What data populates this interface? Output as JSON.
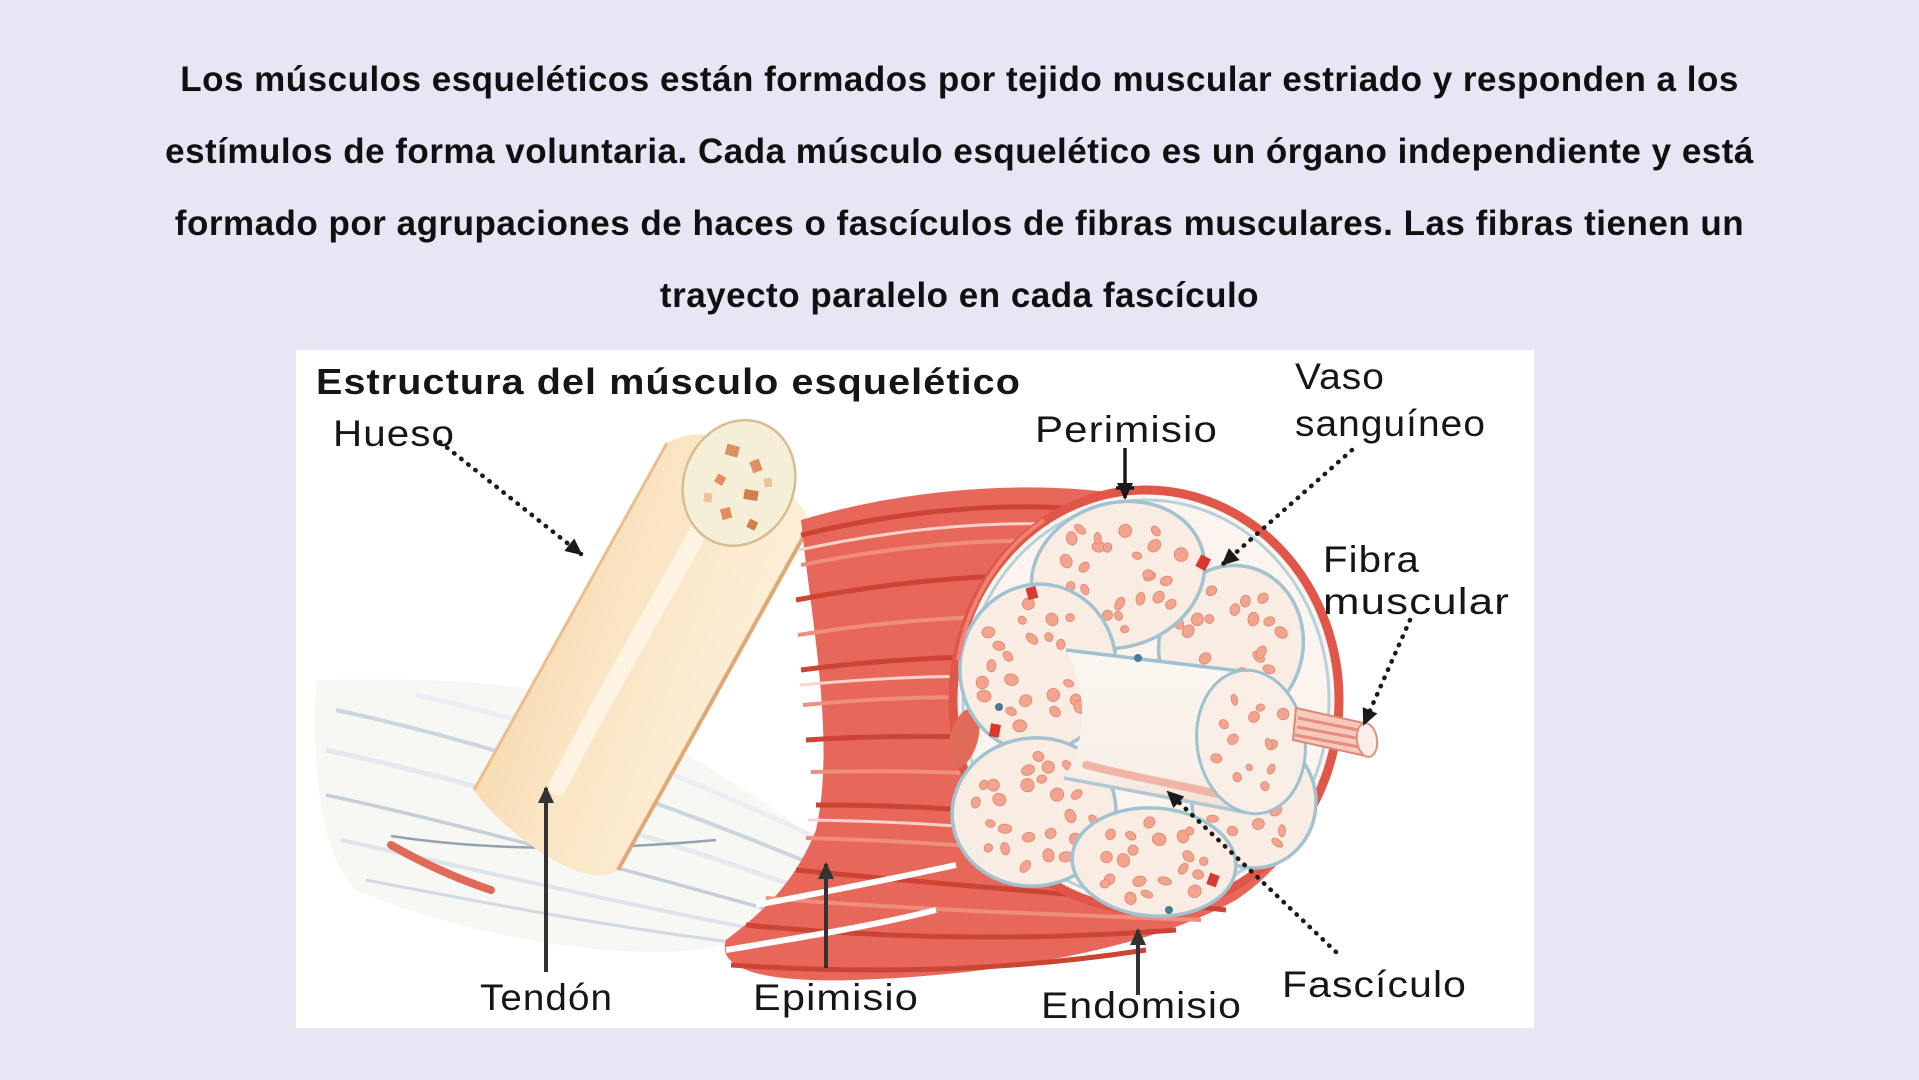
{
  "page": {
    "background_color": "#e8e6f5",
    "panel_color": "#ffffff",
    "text_color": "#101010"
  },
  "paragraph": {
    "lines": [
      "Los músculos esqueléticos están formados por tejido muscular estriado y responden a los",
      "estímulos de forma voluntaria. Cada músculo esquelético es un órgano independiente y está",
      "formado por agrupaciones de haces o fascículos de fibras musculares. Las fibras tienen un",
      "trayecto paralelo en cada fascículo"
    ]
  },
  "diagram": {
    "title": "Estructura del músculo esquelético",
    "labels": {
      "hueso": "Hueso",
      "perimisio": "Perimisio",
      "vaso_line1": "Vaso",
      "vaso_line2": "sanguíneo",
      "fibra_line1": "Fibra",
      "fibra_line2": "muscular",
      "fasciculo": "Fascículo",
      "endomisio": "Endomisio",
      "epimisio": "Epimisio",
      "tendon": "Tendón"
    },
    "colors": {
      "muscle_red": "#e05648",
      "muscle_dark": "#cc4434",
      "muscle_light": "#f08e7e",
      "bone_beige": "#f6d6a8",
      "bone_cut_face": "#f5efd8",
      "tendon_strand": "#cbd6df",
      "fascicle_fill": "#f8ece3",
      "fascicle_outline": "#a3c2d0",
      "fiber_dot": "#f2a48f",
      "arrow_color": "#1a1a1a"
    }
  }
}
